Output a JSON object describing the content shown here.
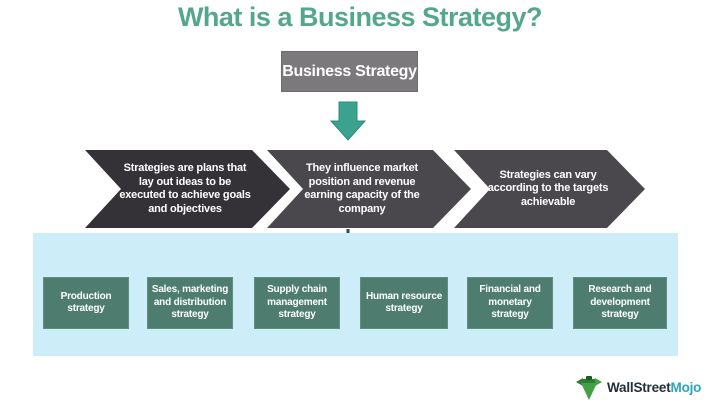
{
  "title": "What is a Business Strategy?",
  "root": {
    "label": "Business Strategy"
  },
  "flow_chevrons": [
    {
      "text": "Strategies are plans that lay out ideas to be executed to achieve goals and objectives"
    },
    {
      "text": "They influence market position and revenue earning capacity of the company"
    },
    {
      "text": "Strategies can vary according to the targets achievable"
    }
  ],
  "strategies": [
    {
      "label": "Production strategy"
    },
    {
      "label": "Sales, marketing and distribution strategy"
    },
    {
      "label": "Supply chain management strategy"
    },
    {
      "label": "Human resource strategy"
    },
    {
      "label": "Financial and monetary strategy"
    },
    {
      "label": "Research and development strategy"
    }
  ],
  "logo": {
    "brand_part1": "WallStreet",
    "brand_part2": "Mojo"
  },
  "icons": {
    "down_arrow": "teal-block-down-arrow",
    "logo_mark": "wallstreetmojo-green-bull"
  },
  "colors": {
    "title": "#54a78d",
    "root_box": "#7b797b",
    "chevron_dark": "#343237",
    "chevron_mid": "#4a484d",
    "arrow": "#3aa28e",
    "band": "#cdeef8",
    "strategy_box": "#4e7d6f",
    "connector": "#2e4f46",
    "logo_text_primary": "#22303c",
    "logo_text_secondary": "#2aa5b8",
    "logo_green": "#43a047"
  }
}
